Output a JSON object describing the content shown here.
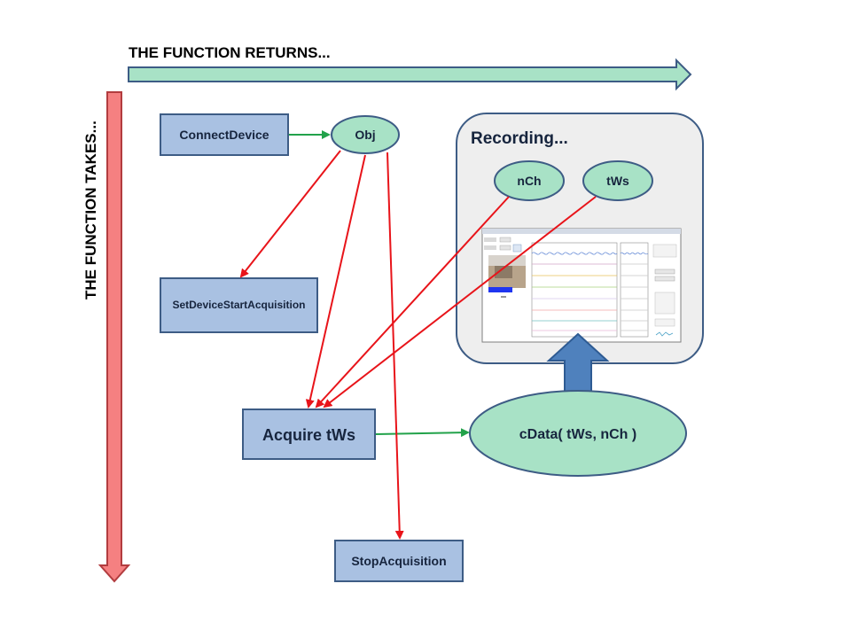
{
  "axes": {
    "horizontal_label": "THE FUNCTION RETURNS...",
    "vertical_label": "THE FUNCTION TAKES..."
  },
  "nodes": {
    "connect_device": "ConnectDevice",
    "obj": "Obj",
    "set_device_start": "SetDeviceStartAcquisition",
    "acquire": "Acquire tWs",
    "stop_acquisition": "StopAcquisition",
    "cdata": "cData( tWs, nCh )",
    "nch": "nCh",
    "tws": "tWs"
  },
  "recording": {
    "title": "Recording...",
    "screenshot_icon": "signal-recording-app-screenshot"
  },
  "colors": {
    "box_fill": "#a9c1e2",
    "oval_fill": "#a8e2c6",
    "green_arrow": "#a8e2c6",
    "red_arrow": "#f58081",
    "up_arrow": "#4f81bd",
    "connector_red": "#e8141a",
    "connector_green": "#22a24a"
  }
}
